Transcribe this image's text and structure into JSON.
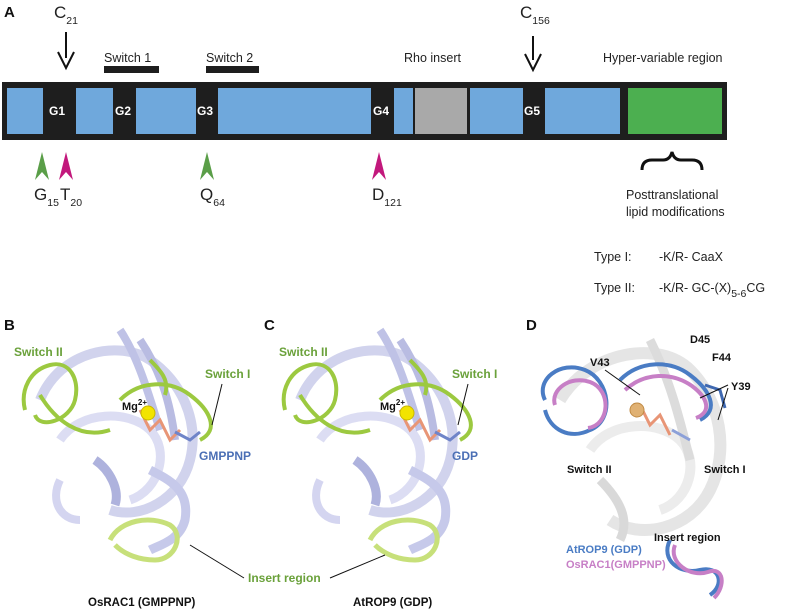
{
  "panel_a": {
    "letter": "A",
    "cys_top_left": {
      "main": "C",
      "sub": "21"
    },
    "cys_top_right": {
      "main": "C",
      "sub": "156"
    },
    "switch1": "Switch 1",
    "switch2": "Switch 2",
    "rho_insert": "Rho insert",
    "hvr": "Hyper-variable region",
    "g_boxes": [
      "G1",
      "G2",
      "G3",
      "G4",
      "G5"
    ],
    "mut_g": {
      "main": "G",
      "sub": "15"
    },
    "mut_t": {
      "main": "T",
      "sub": "20"
    },
    "mut_q": {
      "main": "Q",
      "sub": "64"
    },
    "mut_d": {
      "main": "D",
      "sub": "121"
    },
    "ptm_line1": "Posttranslational",
    "ptm_line2": "lipid modifications",
    "type1_label": "Type I:",
    "type1_motif": "-K/R- CaaX",
    "type2_label": "Type II:",
    "type2_motif_a": "-K/R- GC-(X)",
    "type2_motif_sub": "5-6",
    "type2_motif_b": "CG",
    "colors": {
      "domain": "#6fa8dc",
      "bar": "#1e1e1e",
      "rho": "#a9a9a9",
      "hvr": "#4caf50",
      "green_arrow": "#5a9e48",
      "magenta_arrow": "#c2187c"
    }
  },
  "panel_b": {
    "letter": "B",
    "switch2": "Switch II",
    "switch1": "Switch I",
    "mg": "Mg",
    "mg_sup": "2+",
    "ligand": "GMPPNP",
    "caption": "OsRAC1 (GMPPNP)"
  },
  "panel_c": {
    "letter": "C",
    "switch2": "Switch II",
    "switch1": "Switch I",
    "mg": "Mg",
    "mg_sup": "2+",
    "ligand": "GDP",
    "caption": "AtROP9 (GDP)"
  },
  "shared": {
    "insert_region": "Insert region"
  },
  "panel_d": {
    "letter": "D",
    "d45": "D45",
    "v43": "V43",
    "f44": "F44",
    "y39": "Y39",
    "switch2": "Switch II",
    "switch1": "Switch I",
    "insert_region": "Insert region",
    "legend_a": "AtROP9 (GDP)",
    "legend_b": "OsRAC1(GMPPNP)",
    "colors": {
      "atrop9": "#4a7cc4",
      "osrac1": "#c77fc6"
    }
  }
}
